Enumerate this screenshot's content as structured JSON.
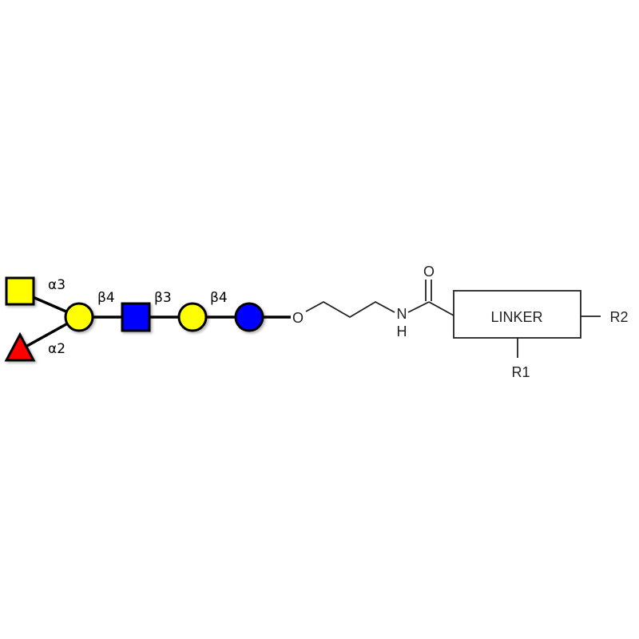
{
  "glycan": {
    "linkages": {
      "fuc_like_square": "α3",
      "fucose": "α2",
      "gal_to_glcnac": "β4",
      "glcnac_to_gal": "β3",
      "gal_to_glc": "β4"
    },
    "colors": {
      "yellow": "#FFFF00",
      "blue": "#0000FF",
      "red": "#FF0000"
    }
  },
  "chem": {
    "oxygen": "O",
    "carbonyl_oxygen": "O",
    "nitrogen": "N",
    "hydrogen": "H",
    "linker_label": "LINKER",
    "r1": "R1",
    "r2": "R2"
  }
}
